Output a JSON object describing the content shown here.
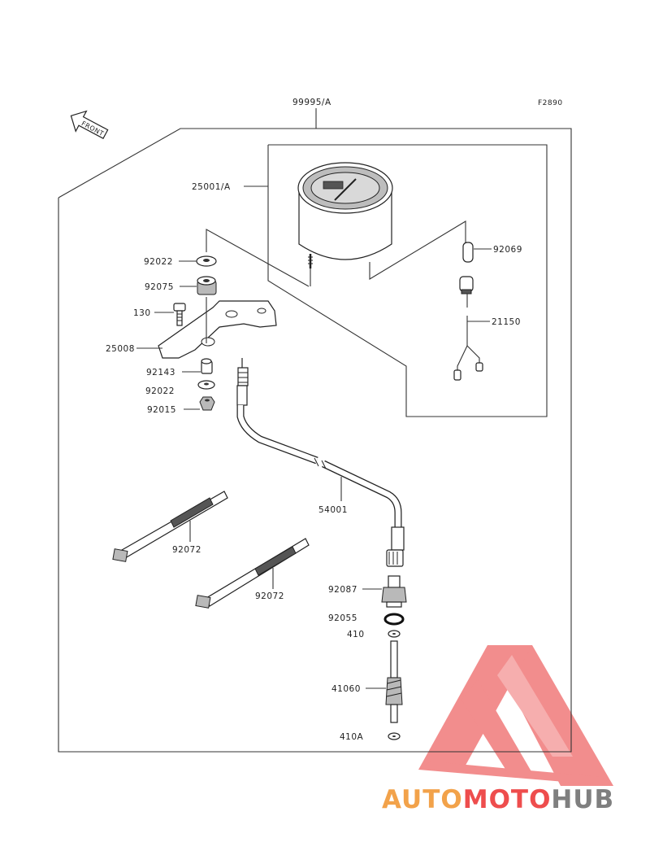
{
  "figure_code": "F2890",
  "front_label": "FRONT",
  "labels": {
    "assembly": "99995/A",
    "meter": "25001/A",
    "washer_top": "92022",
    "grommet": "92075",
    "bolt": "130",
    "bracket": "25008",
    "collar": "92143",
    "washer_bottom": "92022",
    "nut": "92015",
    "bulb": "92069",
    "lamp_socket": "21150",
    "cable": "54001",
    "band_1": "92072",
    "band_2": "92072",
    "bushing": "92087",
    "o_ring": "92055",
    "washer_410": "410",
    "gear": "41060",
    "washer_410a": "410A"
  },
  "watermark": {
    "part1": "AUTO",
    "part2": "MOTO",
    "part3": "HUB",
    "colors": {
      "orange": "#f2a24a",
      "red": "#ee4d4d",
      "gray": "#7f7f7f",
      "logo": "#f07a7a"
    }
  }
}
